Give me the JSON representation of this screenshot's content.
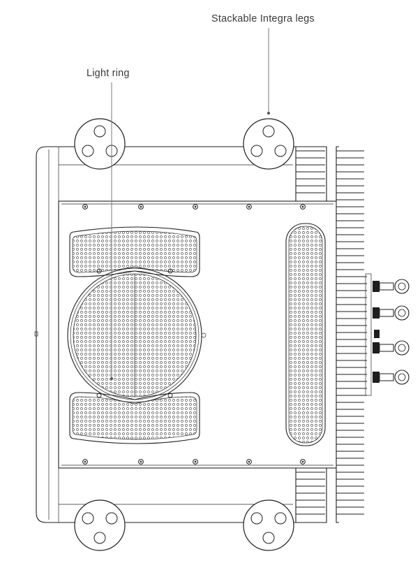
{
  "callouts": {
    "legs": "Stackable Integra legs",
    "light_ring": "Light ring"
  },
  "colors": {
    "line": "#1e1e1e",
    "callout_line": "#7a7a7a",
    "label_text": "#3a3a3a",
    "background": "#ffffff"
  },
  "icons": [
    "leg-foot",
    "grille",
    "speaker-terminal",
    "heatsink-fin",
    "screw"
  ]
}
